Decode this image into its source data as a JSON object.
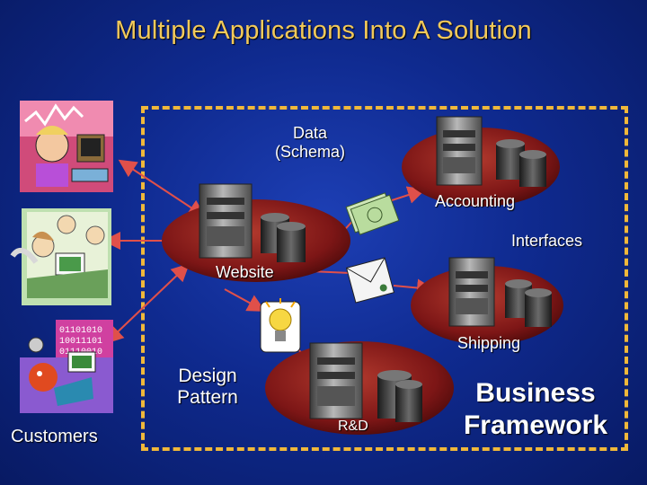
{
  "title": "Multiple Applications Into A Solution",
  "labels": {
    "data_schema_line1": "Data",
    "data_schema_line2": "(Schema)",
    "accounting": "Accounting",
    "interfaces": "Interfaces",
    "website": "Website",
    "shipping": "Shipping",
    "design_pattern_line1": "Design",
    "design_pattern_line2": "Pattern",
    "rd": "R&D",
    "customers": "Customers",
    "business_line1": "Business",
    "business_line2": "Framework"
  },
  "colors": {
    "background": "#0f2a8f",
    "title": "#f2c95a",
    "frame": "#f0b83a",
    "connector": "#e0504a",
    "platform": "#8e1d1d"
  }
}
